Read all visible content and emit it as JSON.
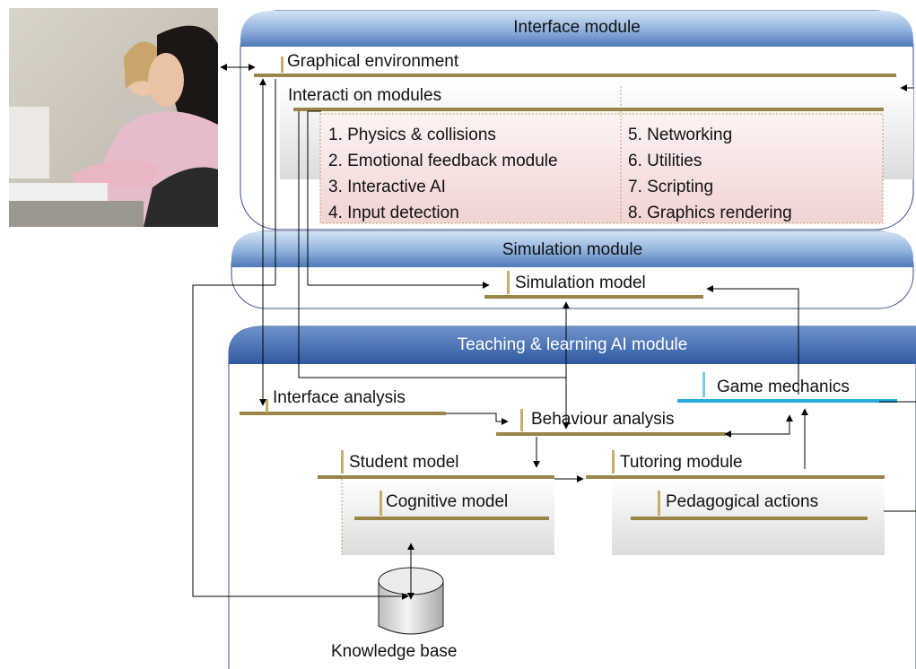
{
  "interface_module": {
    "title": "Interface module",
    "graphical_environment": "Graphical environment",
    "interaction_modules": "Interacti on modules",
    "list_left": [
      "1. Physics  & collisions",
      "2. Emotional feedback module",
      "3. Interactive AI",
      "4. Input detection"
    ],
    "list_right": [
      "5. Networking",
      "6. Utilities",
      "7. Scripting",
      "8. Graphics rendering"
    ]
  },
  "simulation_module": {
    "title": "Simulation module",
    "simulation_model": "Simulation model"
  },
  "teaching_module": {
    "title": "Teaching  & learning AI module",
    "game_mechanics": "Game mechanics",
    "interface_analysis": "Interface analysis",
    "behaviour_analysis": "Behaviour analysis",
    "student_model": "Student model",
    "cognitive_model": "Cognitive model",
    "tutoring_module": "Tutoring module",
    "pedagogical_actions": "Pedagogical actions"
  },
  "knowledge_base": "Knowledge base",
  "colors": {
    "header_blue_light": "#b9d3ee",
    "header_blue_dark": "#4a74b4",
    "teaching_header": "#3e68ad",
    "bar_brown": "#9a8548",
    "cyan_bar": "#29a9e0",
    "pink_box": "#f6dede"
  }
}
